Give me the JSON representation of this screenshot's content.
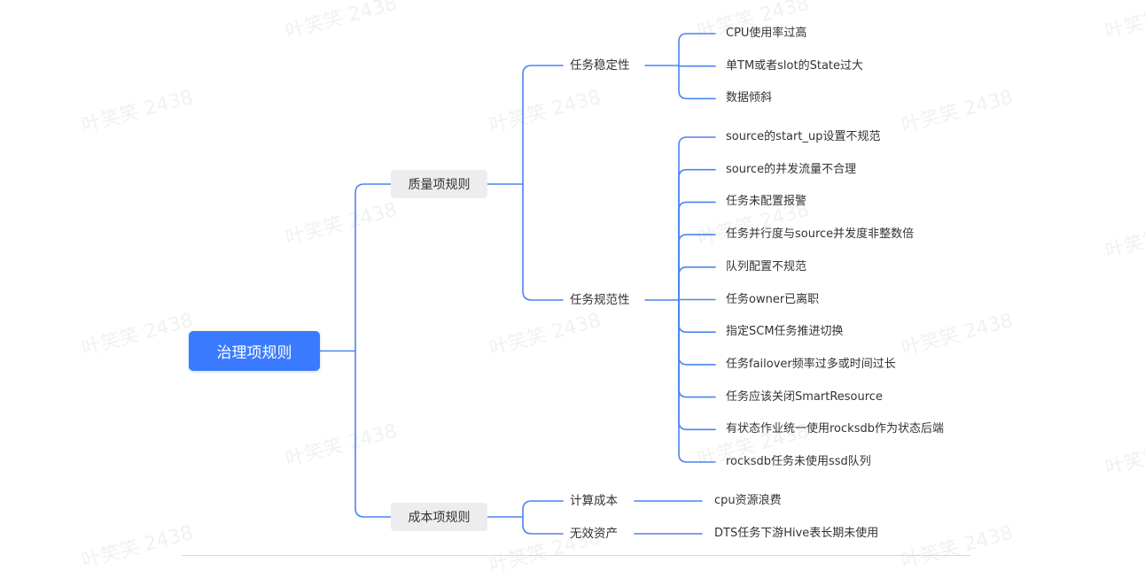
{
  "colors": {
    "root_bg": "#3a7afe",
    "root_text": "#ffffff",
    "l1_bg": "#ededed",
    "connector": "#4a84f0",
    "text": "#333333"
  },
  "watermark_text": "叶笑笑 2438",
  "mindmap": {
    "root": {
      "label": "治理项规则",
      "children": [
        {
          "label": "质量项规则",
          "children": [
            {
              "label": "任务稳定性",
              "children": [
                "CPU使用率过高",
                "单TM或者slot的State过大",
                "数据倾斜"
              ]
            },
            {
              "label": "任务规范性",
              "children": [
                "source的start_up设置不规范",
                "source的并发流量不合理",
                "任务未配置报警",
                "任务并行度与source并发度非整数倍",
                "队列配置不规范",
                "任务owner已离职",
                "指定SCM任务推进切换",
                "任务failover频率过多或时间过长",
                "任务应该关闭SmartResource",
                "有状态作业统一使用rocksdb作为状态后端",
                "rocksdb任务未使用ssd队列"
              ]
            }
          ]
        },
        {
          "label": "成本项规则",
          "children": [
            {
              "label": "计算成本",
              "children": [
                "cpu资源浪费"
              ]
            },
            {
              "label": "无效资产",
              "children": [
                "DTS任务下游Hive表长期未使用"
              ]
            }
          ]
        }
      ]
    }
  }
}
